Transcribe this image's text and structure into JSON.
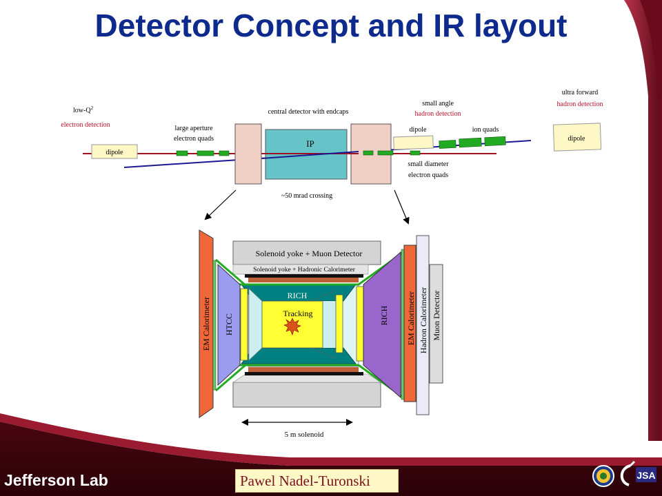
{
  "title": "Detector Concept and IR layout",
  "ir_layout": {
    "low_q2_line1": "low-Q",
    "low_q2_sup": "2",
    "low_q2_line2": "electron detection",
    "dipole_left": "dipole",
    "large_aperture_line1": "large aperture",
    "large_aperture_line2": "electron quads",
    "central_detector": "central detector with endcaps",
    "ip_label": "IP",
    "small_angle_line1": "small angle",
    "small_angle_line2": "hadron detection",
    "dipole_mid": "dipole",
    "ion_quads": "ion quads",
    "small_diameter_line1": "small diameter",
    "small_diameter_line2": "electron quads",
    "ultra_forward_line1": "ultra forward",
    "ultra_forward_line2": "hadron detection",
    "dipole_right": "dipole",
    "crossing": "~50  mrad crossing"
  },
  "detector": {
    "solenoid_muon": "Solenoid yoke + Muon Detector",
    "solenoid_hadronic": "Solenoid yoke + Hadronic Calorimeter",
    "rich_top": "RICH",
    "tracking": "Tracking",
    "em_cal_left": "EM Calorimeter",
    "htcc": "HTCC",
    "rich_right": "RICH",
    "em_cal_right": "EM Calorimeter",
    "hadron_cal": "Hadron Calorimeter",
    "muon_detector": "Muon Detector",
    "solenoid_length": "5 m solenoid"
  },
  "author": "Pawel Nadel-Turonski",
  "footer_logo": "Jefferson Lab",
  "colors": {
    "title": "#0d2a8c",
    "red_label": "#c0102a",
    "crimson": "#8b0f1e",
    "em_cal": "#f0683a",
    "htcc": "#9b9bf0",
    "rich": "#9966cc",
    "teal": "#008080",
    "yellow": "#ffff33",
    "endcap": "#f0cfc4",
    "ip_box": "#66c4c8"
  },
  "icons": [
    "seal-icon",
    "jsa-logo-icon",
    "collision-icon"
  ]
}
